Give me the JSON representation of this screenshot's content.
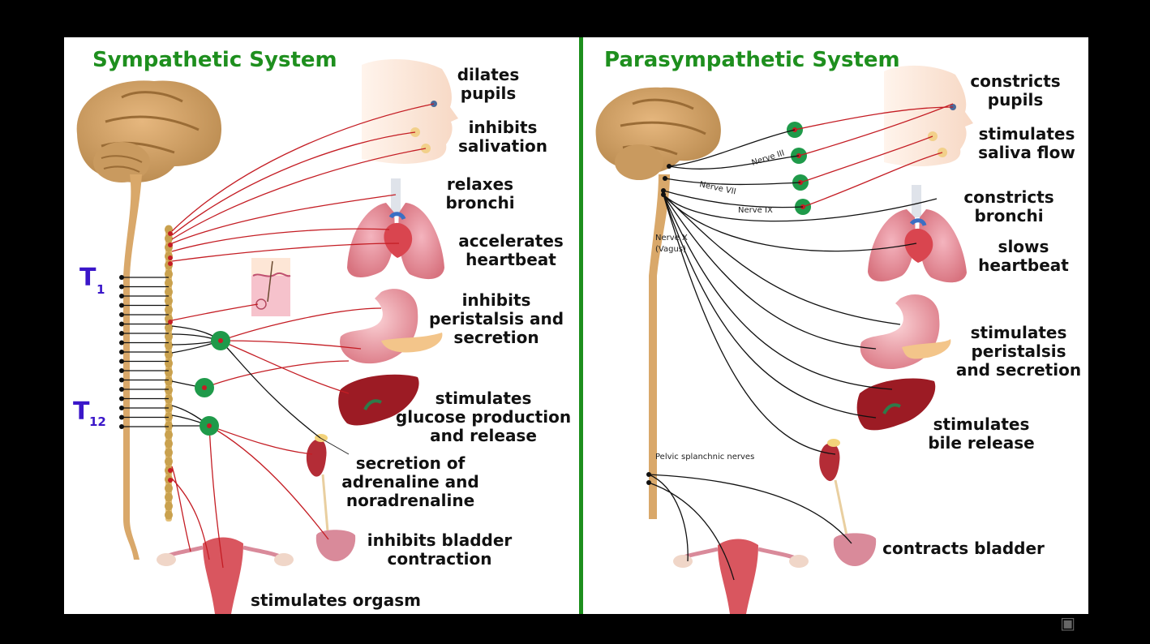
{
  "panels": {
    "sympathetic": {
      "title": "Sympathetic System",
      "labels": [
        [
          "dilates",
          "pupils"
        ],
        [
          "inhibits",
          "salivation"
        ],
        [
          "relaxes",
          "bronchi"
        ],
        [
          "accelerates",
          "heartbeat"
        ],
        [
          "inhibits",
          "peristalsis and",
          "secretion"
        ],
        [
          "stimulates",
          "glucose production",
          "and release"
        ],
        [
          "secretion of",
          "adrenaline and",
          "noradrenaline"
        ],
        [
          "inhibits bladder",
          "contraction"
        ],
        [
          "stimulates orgasm"
        ]
      ],
      "spinal_markers": {
        "t1": "T",
        "t1_sub": "1",
        "t12": "T",
        "t12_sub": "12"
      }
    },
    "parasympathetic": {
      "title": "Parasympathetic System",
      "labels": [
        [
          "constricts",
          "pupils"
        ],
        [
          "stimulates",
          "saliva flow"
        ],
        [
          "constricts",
          "bronchi"
        ],
        [
          "slows",
          "heartbeat"
        ],
        [
          "stimulates",
          "peristalsis",
          "and secretion"
        ],
        [
          "stimulates",
          "bile release"
        ],
        [
          "contracts bladder"
        ]
      ],
      "nerves": {
        "nerve_iii": "Nerve III",
        "nerve_vii": "Nerve VII",
        "nerve_ix": "Nerve IX",
        "nerve_x_line1": "Nerve X",
        "nerve_x_line2": "(Vagus)",
        "pelvic": "Pelvic splanchnic nerves"
      }
    }
  },
  "colors": {
    "title": "#1e8f1e",
    "divider": "#1e8f1e",
    "nerve_red": "#c41d24",
    "nerve_black": "#111111",
    "ganglion": "#1f9a4a",
    "spinal_marker": "#3a16c9",
    "background": "#000000",
    "panel": "#ffffff"
  },
  "icons": [
    "brain-icon",
    "face-icon",
    "lungs-icon",
    "heart-icon",
    "stomach-icon",
    "liver-icon",
    "kidney-icon",
    "bladder-icon",
    "uterus-icon",
    "skin-icon",
    "spinal-cord-icon",
    "ganglion-icon",
    "watermark-logo-icon"
  ]
}
